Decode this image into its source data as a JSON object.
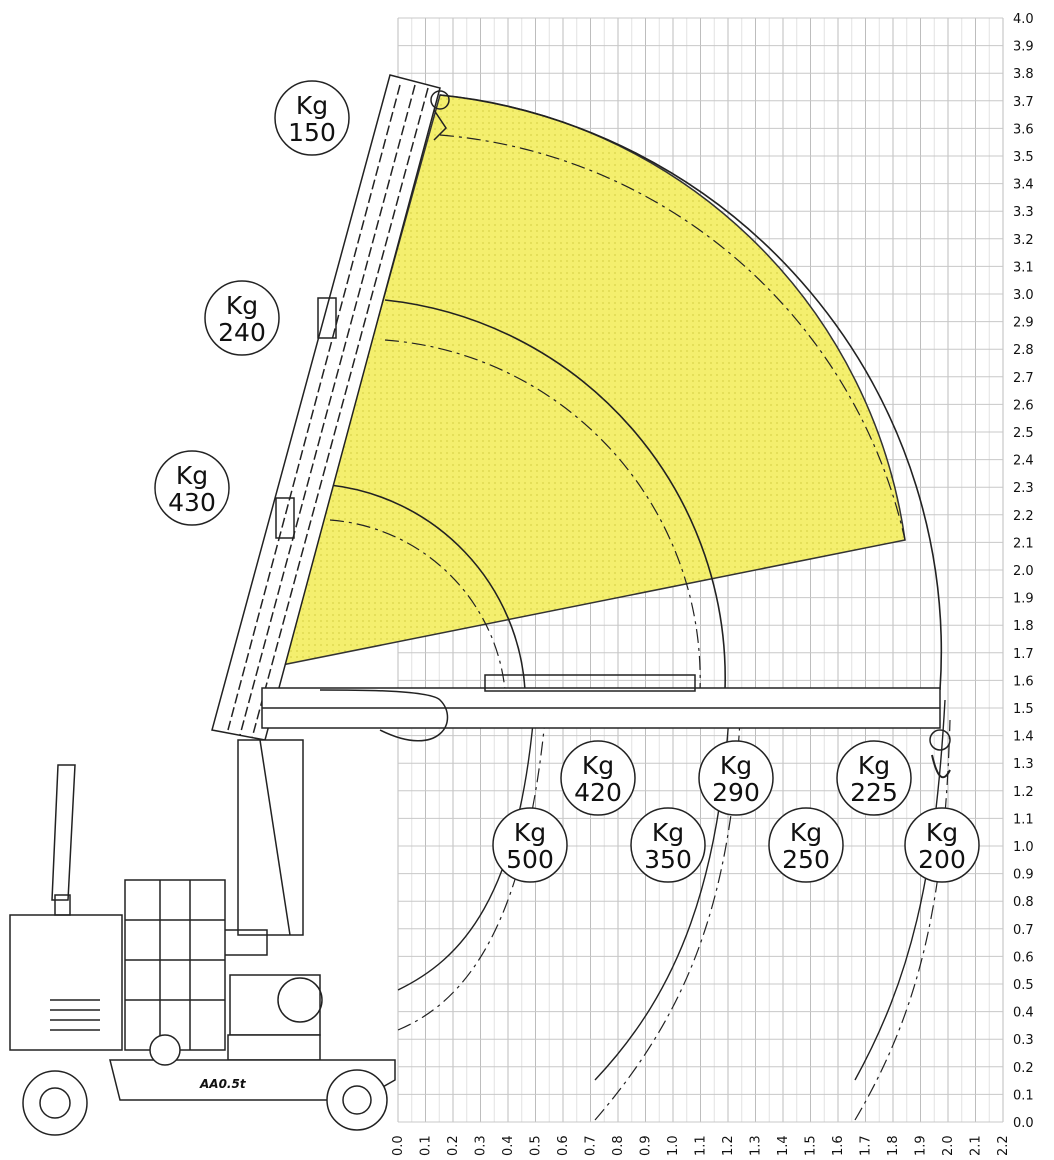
{
  "axes": {
    "x_ticks": [
      "0.0",
      "0.1",
      "0.2",
      "0.3",
      "0.4",
      "0.5",
      "0.6",
      "0.7",
      "0.8",
      "0.9",
      "1.0",
      "1.1",
      "1.2",
      "1.3",
      "1.4",
      "1.5",
      "1.6",
      "1.7",
      "1.8",
      "1.9",
      "2.0",
      "2.1",
      "2.2"
    ],
    "y_ticks": [
      "0.0",
      "0.1",
      "0.2",
      "0.3",
      "0.4",
      "0.5",
      "0.6",
      "0.7",
      "0.8",
      "0.9",
      "1.0",
      "1.1",
      "1.2",
      "1.3",
      "1.4",
      "1.5",
      "1.6",
      "1.7",
      "1.8",
      "1.9",
      "2.0",
      "2.1",
      "2.2",
      "2.3",
      "2.4",
      "2.5",
      "2.6",
      "2.7",
      "2.8",
      "2.9",
      "3.0",
      "3.1",
      "3.2",
      "3.3",
      "3.4",
      "3.5",
      "3.6",
      "3.7",
      "3.8",
      "3.9",
      "4.0"
    ]
  },
  "load_labels": [
    {
      "unit": "Kg",
      "value": "150"
    },
    {
      "unit": "Kg",
      "value": "240"
    },
    {
      "unit": "Kg",
      "value": "430"
    },
    {
      "unit": "Kg",
      "value": "420"
    },
    {
      "unit": "Kg",
      "value": "290"
    },
    {
      "unit": "Kg",
      "value": "225"
    },
    {
      "unit": "Kg",
      "value": "500"
    },
    {
      "unit": "Kg",
      "value": "350"
    },
    {
      "unit": "Kg",
      "value": "250"
    },
    {
      "unit": "Kg",
      "value": "200"
    }
  ],
  "machine": {
    "model_plate": "AA0.5t"
  },
  "colors": {
    "working_area": "#f5f07a",
    "grid": "#c8c8c8",
    "line": "#222222"
  }
}
